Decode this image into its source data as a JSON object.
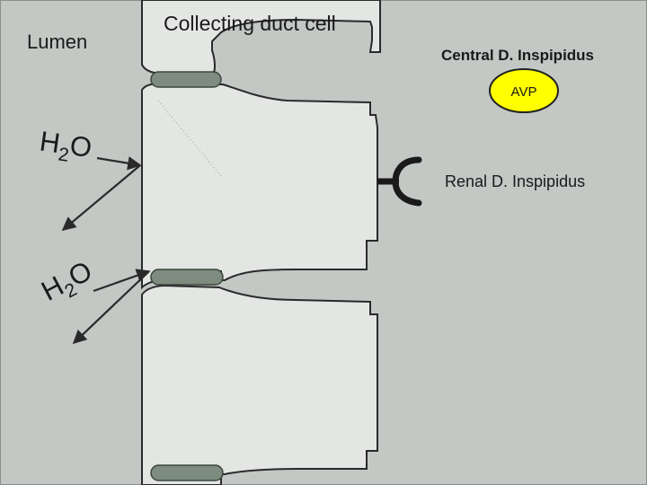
{
  "labels": {
    "lumen": "Lumen",
    "cell": "Collecting duct cell",
    "central": "Central D. Inspipidus",
    "avp": "AVP",
    "renal": "Renal D. Inspipidus"
  },
  "water_molecules": [
    {
      "h": "H",
      "sub": "2",
      "o": "O"
    },
    {
      "h": "H",
      "sub": "2",
      "o": "O"
    }
  ],
  "colors": {
    "background": "#c3c8c4",
    "cell_fill": "#e4e6e4",
    "junction": "#7d8c7e",
    "avp_fill": "#ffff00",
    "stroke": "#2a2a2a"
  }
}
